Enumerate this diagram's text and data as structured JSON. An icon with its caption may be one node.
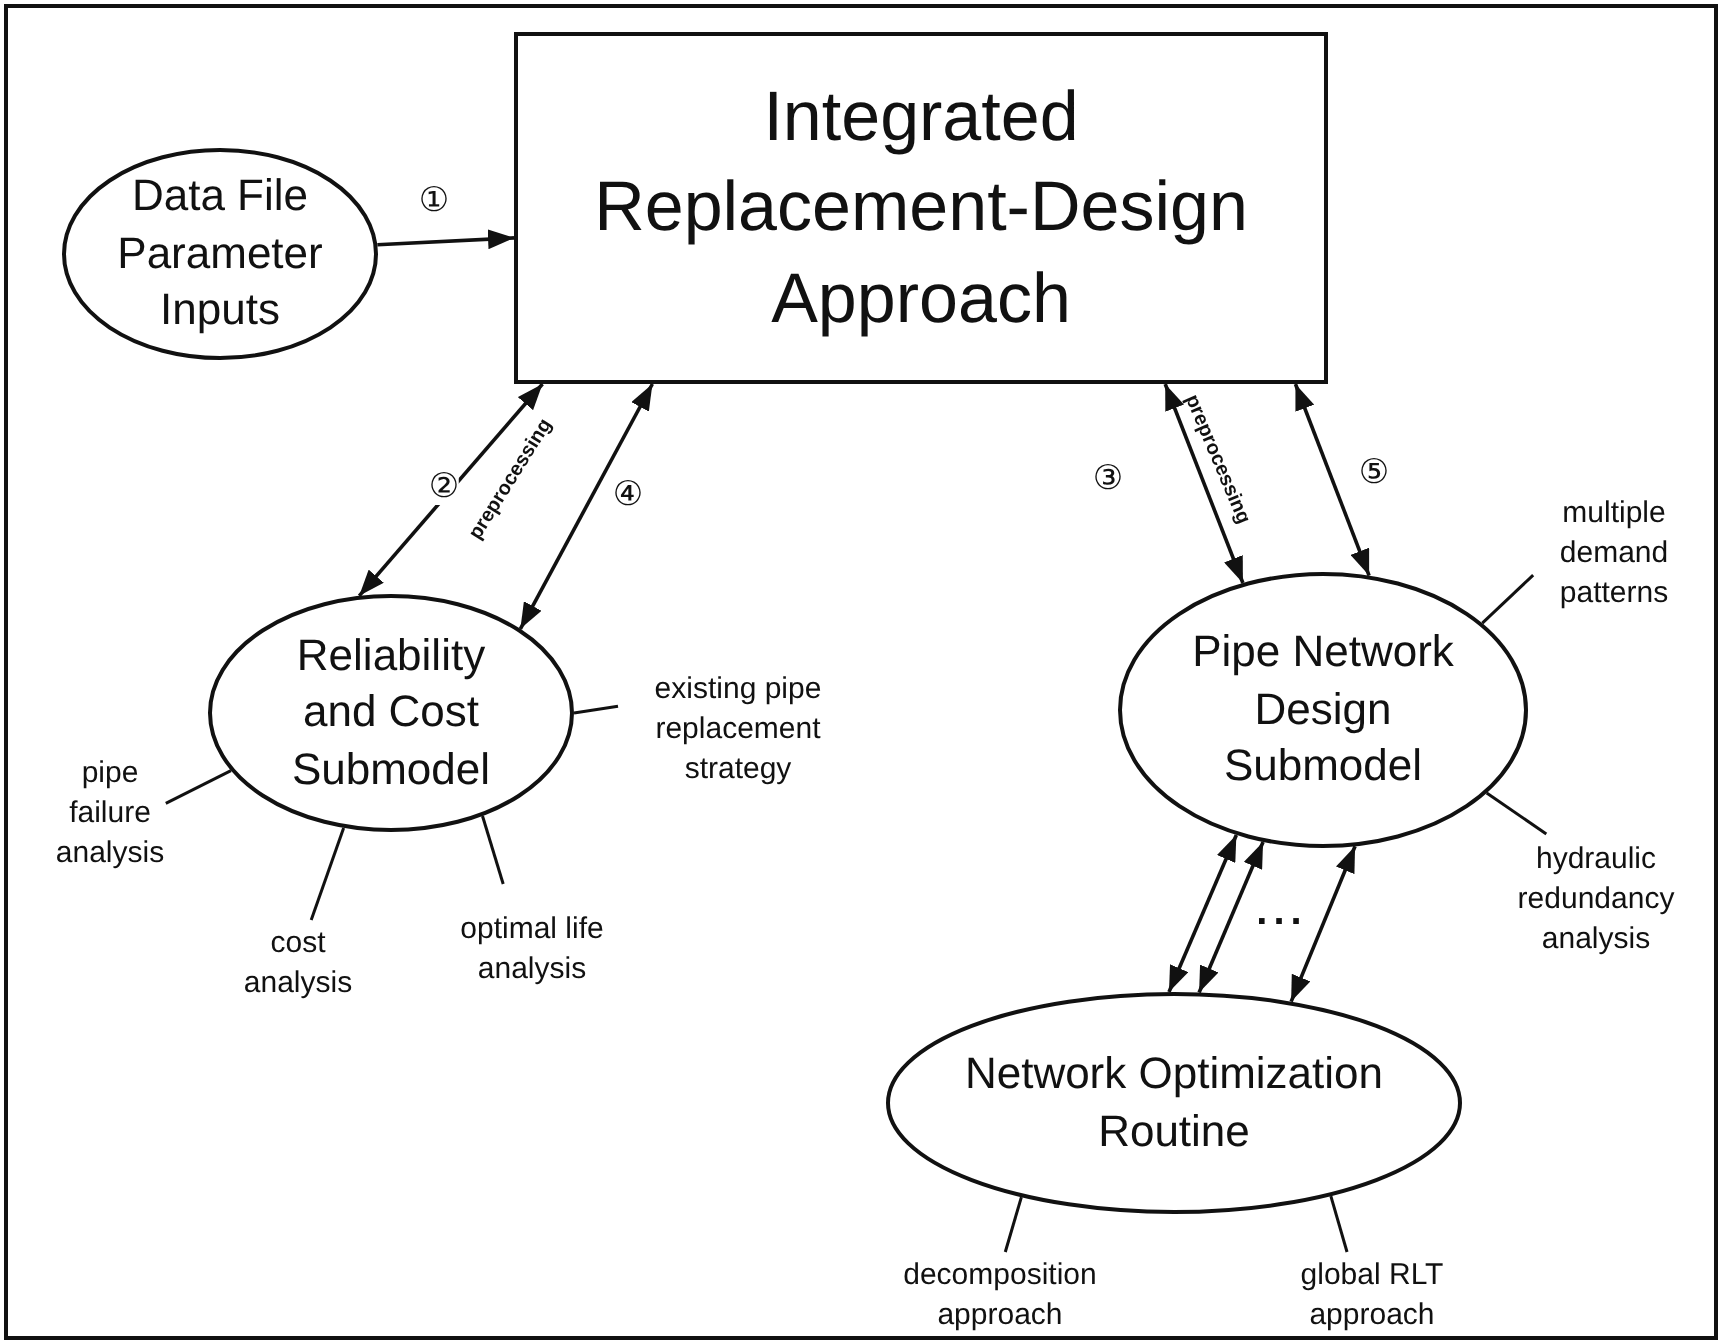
{
  "diagram": {
    "nodes": [
      {
        "text": [
          "Data File Parameter Inputs"
        ]
      },
      {
        "text": [
          "Integrated Replacement-Design Approach"
        ]
      },
      {
        "text": [
          "Reliability and Cost Submodel"
        ]
      },
      {
        "text": [
          "Pipe Network Design Submodel"
        ]
      },
      {
        "text": [
          "Network Optimization Routine"
        ]
      },
      {
        "text": [
          "existing pipe replacement strategy"
        ]
      },
      {
        "text": [
          "pipe failure analysis"
        ]
      },
      {
        "text": [
          "cost analysis"
        ]
      },
      {
        "text": [
          "optimal life analysis"
        ]
      },
      {
        "text": [
          "multiple demand patterns"
        ]
      },
      {
        "text": [
          "hydraulic redundancy analysis"
        ]
      },
      {
        "text": [
          "decomposition approach"
        ]
      },
      {
        "text": [
          "global RLT approach"
        ]
      }
    ],
    "edges": [
      {
        "from": 0,
        "to": 1,
        "arrow": "to",
        "label": "①"
      },
      {
        "from": 1,
        "to": 2,
        "arrow": "both",
        "label": "②"
      },
      {
        "from": 1,
        "to": 2,
        "arrow": "both",
        "label": "④"
      },
      {
        "from": 1,
        "to": 3,
        "arrow": "both",
        "label": "③"
      },
      {
        "from": 1,
        "to": 3,
        "arrow": "both",
        "label": "⑤"
      },
      {
        "from": 3,
        "to": 4,
        "arrow": "both"
      },
      {
        "from": 3,
        "to": 4,
        "arrow": "both"
      },
      {
        "from": 3,
        "to": 4,
        "arrow": "both"
      },
      {
        "from": 5,
        "to": 2,
        "arrow": "none"
      },
      {
        "from": 6,
        "to": 2,
        "arrow": "none"
      },
      {
        "from": 7,
        "to": 2,
        "arrow": "none"
      },
      {
        "from": 8,
        "to": 2,
        "arrow": "none"
      },
      {
        "from": 9,
        "to": 3,
        "arrow": "none"
      },
      {
        "from": 10,
        "to": 3,
        "arrow": "none"
      },
      {
        "from": 11,
        "to": 4,
        "arrow": "none"
      },
      {
        "from": 12,
        "to": 4,
        "arrow": "none"
      }
    ],
    "labels": [
      "preprocessing",
      "preprocessing",
      "..."
    ]
  }
}
